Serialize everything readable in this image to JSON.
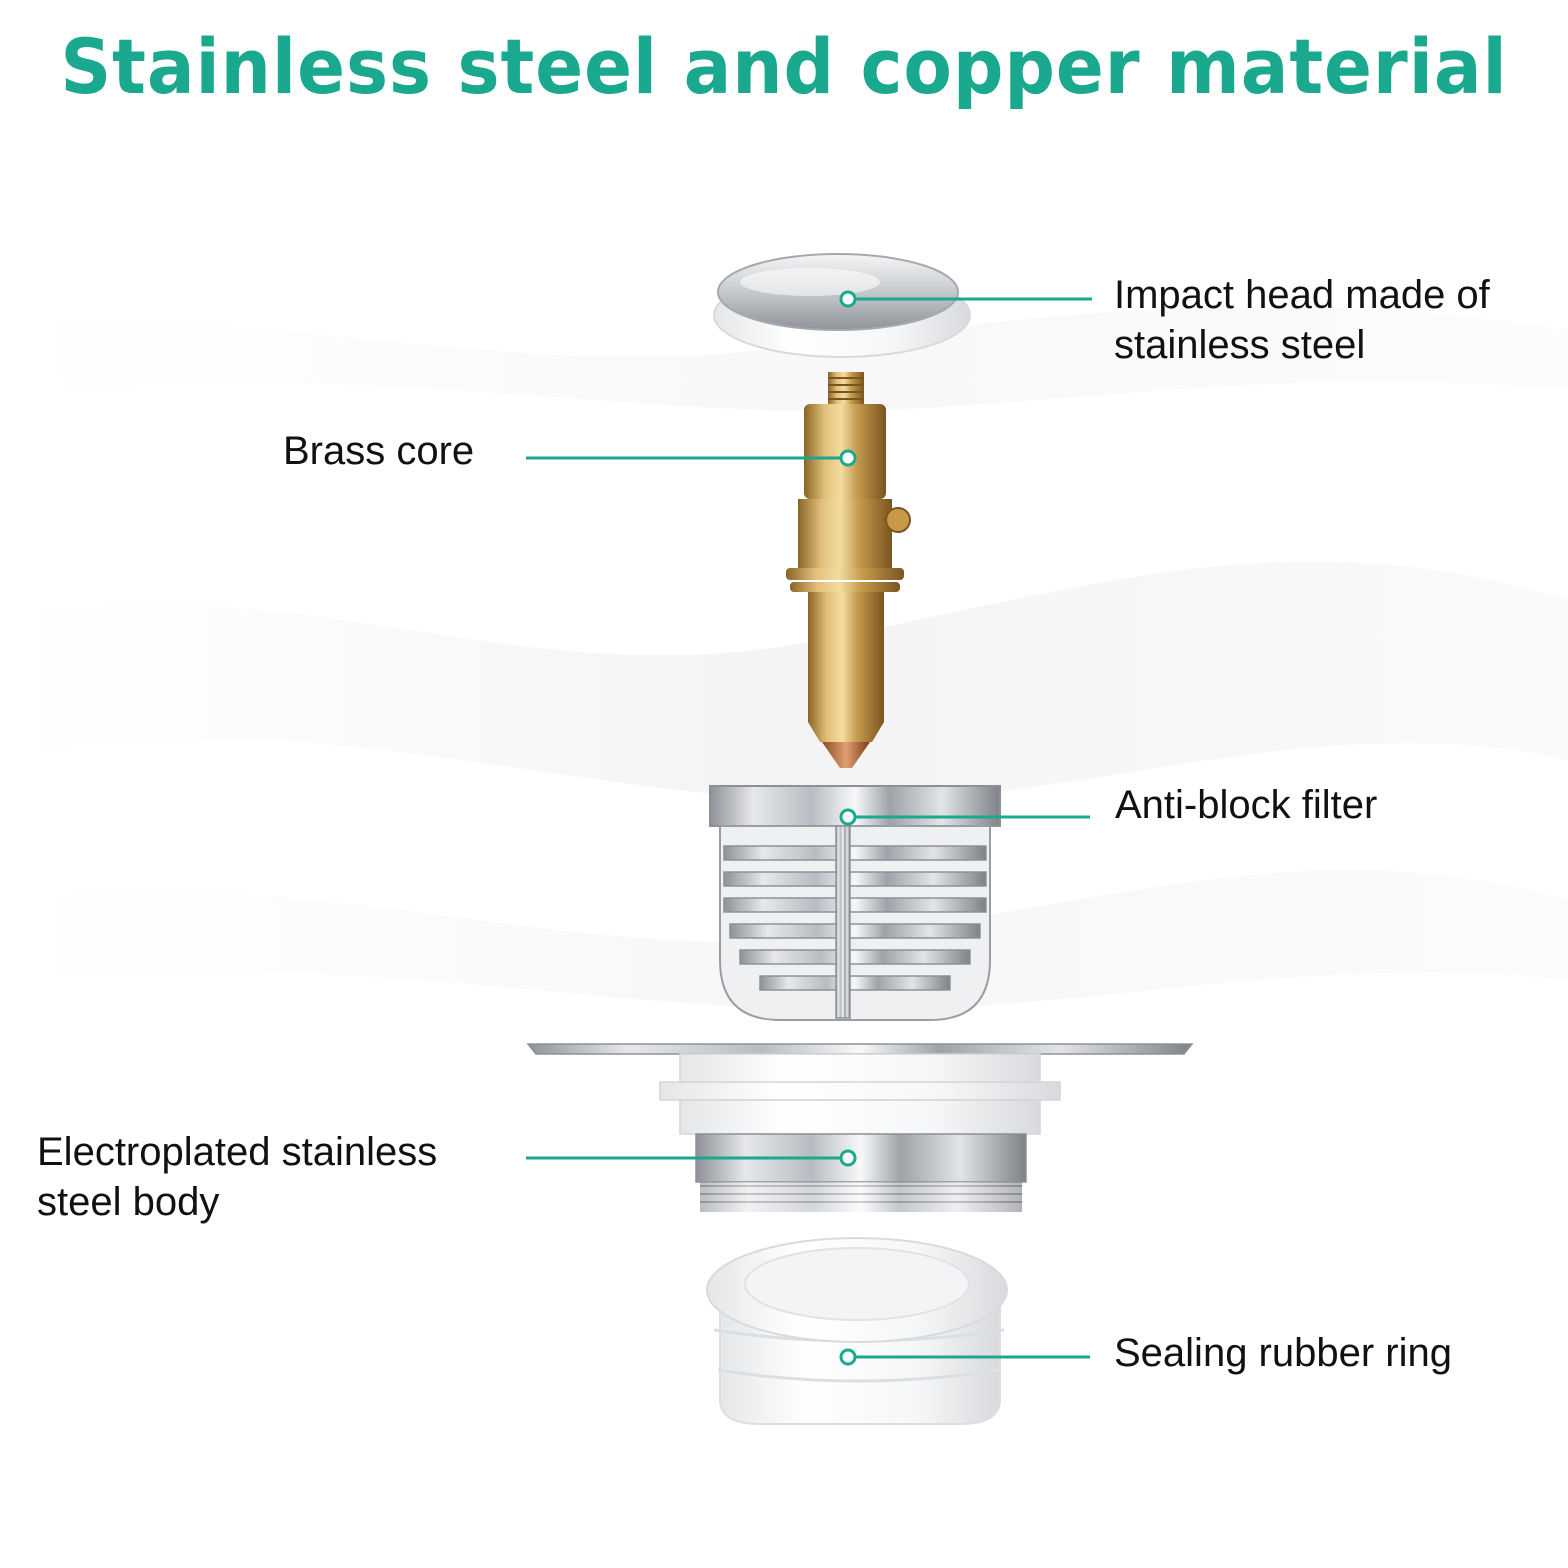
{
  "title": "Stainless steel and copper material",
  "colors": {
    "accent": "#1aa88f",
    "brass": "#c9a14a",
    "steel": "#c9ccd1"
  },
  "labels": {
    "impact_head": [
      "Impact head made of",
      "stainless steel"
    ],
    "brass_core": "Brass core",
    "anti_block_filter": "Anti-block filter",
    "body": [
      "Electroplated stainless",
      "steel body"
    ],
    "sealing_ring": "Sealing rubber ring"
  }
}
